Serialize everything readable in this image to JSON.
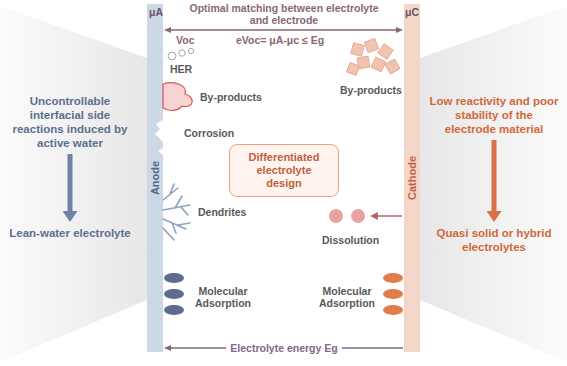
{
  "diagram": {
    "nodes": [
      {
        "text": [
          "Uncontrollable interfacial side reactions induced by active water"
        ]
      },
      {
        "text": [
          "Lean-water electrolyte"
        ]
      },
      {
        "text": [
          "Anode"
        ]
      },
      {
        "text": [
          "Differentiated electrolyte design"
        ]
      },
      {
        "text": [
          "Cathode"
        ]
      },
      {
        "text": [
          "Low reactivity and poor stability of the electrode material"
        ]
      },
      {
        "text": [
          "Quasi solid or hybrid electrolytes"
        ]
      }
    ],
    "edges": [
      {
        "from": 0,
        "to": 1,
        "arrow": "to"
      },
      {
        "from": 5,
        "to": 6,
        "arrow": "to"
      },
      {
        "from": 2,
        "to": 4,
        "arrow": "both",
        "label": "Optimal matching between electrolyte and electrode"
      },
      {
        "from": 4,
        "to": 2,
        "arrow": "to",
        "label": "Electrolyte energy Eg"
      }
    ],
    "labels": [
      "μA",
      "μC",
      "Voc",
      "eVoc= μA-μc ≤ Eg",
      "HER",
      "By-products",
      "Corrosion",
      "Dendrites",
      "Molecular Adsorption",
      "Dissolution",
      "By-products",
      "Molecular Adsorption"
    ]
  }
}
